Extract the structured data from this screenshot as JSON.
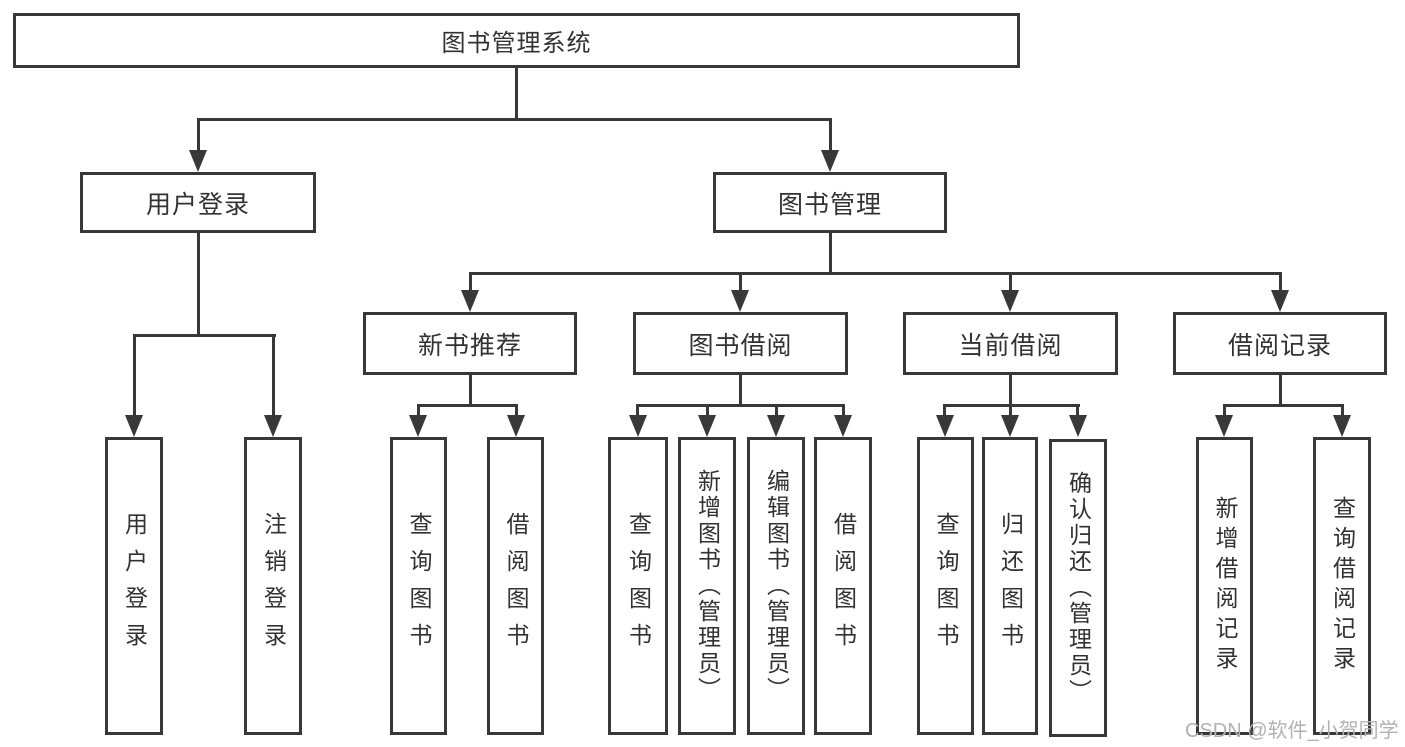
{
  "diagram": {
    "title": "图书管理系统",
    "colors": {
      "line": "#383838",
      "box_border": "#383838",
      "text": "#323232",
      "watermark": "#b3b1b1",
      "background": "#ffffff"
    },
    "watermark": "CSDN @软件_小贺同学",
    "tree": {
      "root": {
        "label": "图书管理系统",
        "children": [
          {
            "label": "用户登录",
            "children": [
              {
                "label": "用户登录"
              },
              {
                "label": "注销登录"
              }
            ]
          },
          {
            "label": "图书管理",
            "children": [
              {
                "label": "新书推荐",
                "children": [
                  {
                    "label": "查询图书"
                  },
                  {
                    "label": "借阅图书"
                  }
                ]
              },
              {
                "label": "图书借阅",
                "children": [
                  {
                    "label": "查询图书"
                  },
                  {
                    "label": "新增图书（管理员）"
                  },
                  {
                    "label": "编辑图书（管理员）"
                  },
                  {
                    "label": "借阅图书"
                  }
                ]
              },
              {
                "label": "当前借阅",
                "children": [
                  {
                    "label": "查询图书"
                  },
                  {
                    "label": "归还图书"
                  },
                  {
                    "label": "确认归还（管理员）"
                  }
                ]
              },
              {
                "label": "借阅记录",
                "children": [
                  {
                    "label": "新增借阅记录"
                  },
                  {
                    "label": "查询借阅记录"
                  }
                ]
              }
            ]
          }
        ]
      }
    }
  }
}
